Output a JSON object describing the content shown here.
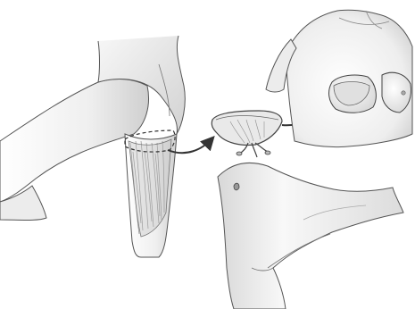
{
  "figure": {
    "panels": [
      {
        "name": "thigh-donor-site",
        "icon": "thigh-buttock-illustration"
      },
      {
        "name": "harvested-flap",
        "icon": "tissue-flap-illustration"
      },
      {
        "name": "breast-recipient-site",
        "icon": "chest-illustration"
      },
      {
        "name": "lower-abdomen",
        "icon": "abdomen-hip-illustration"
      }
    ],
    "arrows": [
      {
        "from": "thigh-donor-site",
        "to": "harvested-flap"
      },
      {
        "from": "harvested-flap",
        "to": "breast-recipient-site"
      }
    ],
    "colors": {
      "line": "#4a4a4a",
      "skin_light": "#f4f4f4",
      "skin_shade": "#cfcfcf",
      "muscle": "#9a9a9a",
      "arrow": "#333333"
    }
  }
}
